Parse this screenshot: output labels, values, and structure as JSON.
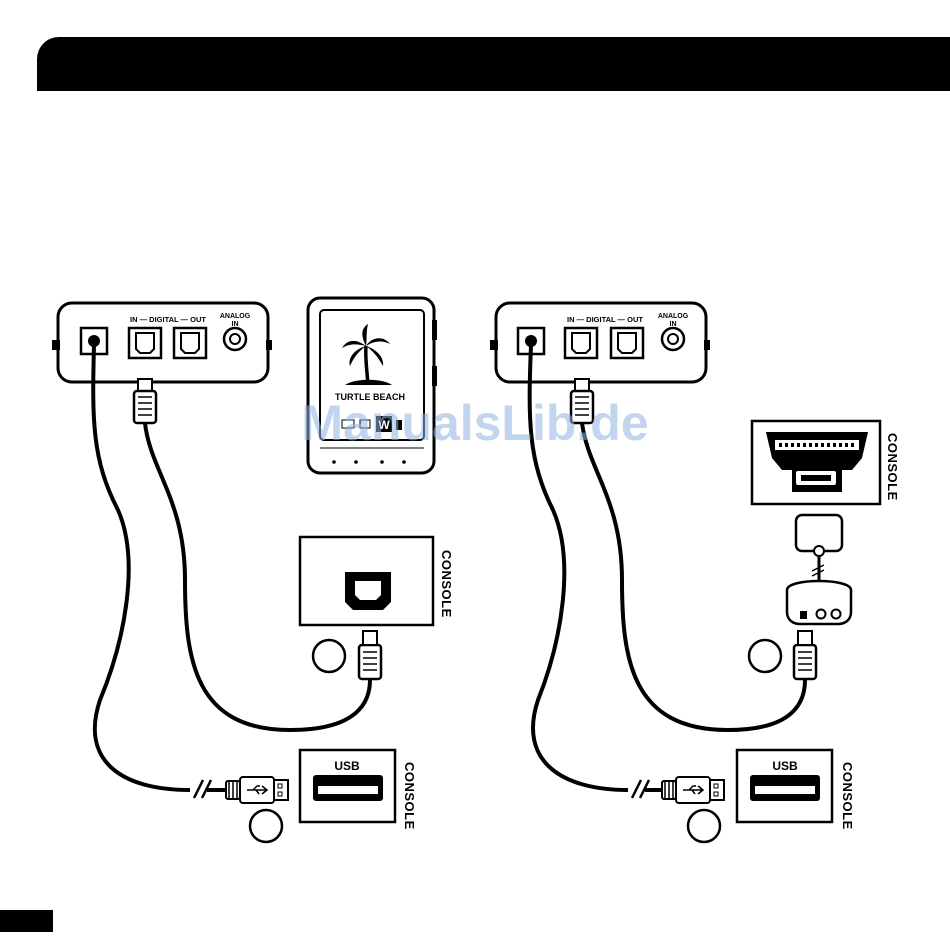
{
  "watermark": "ManualsLib.de",
  "amplifier": {
    "digital_label": "IN — DIGITAL — OUT",
    "analog_label_line1": "ANALOG",
    "analog_label_line2": "IN"
  },
  "transmitter": {
    "brand": "TURTLE BEACH",
    "badge": "W"
  },
  "console_label": "CONSOLE",
  "usb_label": "USB"
}
